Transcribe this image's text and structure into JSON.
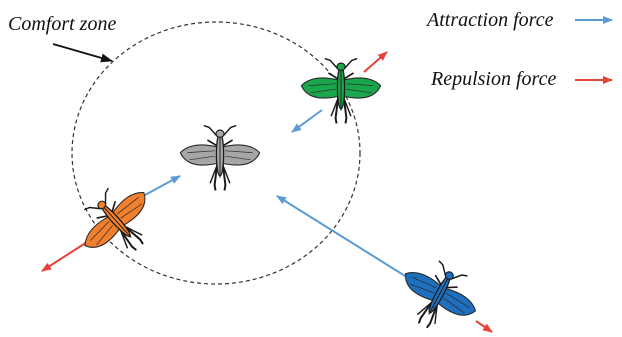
{
  "labels": {
    "comfort_zone": "Comfort zone",
    "attraction_force": "Attraction force",
    "repulsion_force": "Repulsion force"
  },
  "colors": {
    "attraction": "#5b9bd5",
    "repulsion": "#e8413c",
    "green_grasshopper": "#1aa64b",
    "gray_grasshopper": "#a6a6a6",
    "orange_grasshopper": "#f07f2e",
    "blue_grasshopper": "#1f6fbf",
    "comfort_zone_outline": "#333333"
  },
  "icons": [
    "grasshopper-icon"
  ]
}
